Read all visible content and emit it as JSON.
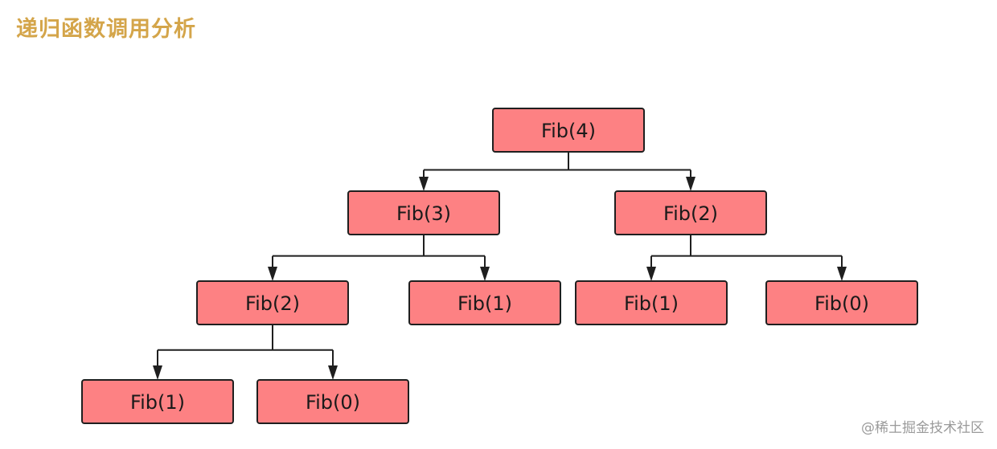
{
  "title": "递归函数调用分析",
  "watermark": "@稀土掘金技术社区",
  "colors": {
    "title": "#d4a54a",
    "node_fill": "#fd8183",
    "node_stroke": "#1f1f1f",
    "watermark": "#9a9a9a"
  },
  "tree": {
    "label": "Fib(4)",
    "children": [
      {
        "label": "Fib(3)",
        "children": [
          {
            "label": "Fib(2)",
            "children": [
              {
                "label": "Fib(1)"
              },
              {
                "label": "Fib(0)"
              }
            ]
          },
          {
            "label": "Fib(1)"
          }
        ]
      },
      {
        "label": "Fib(2)",
        "children": [
          {
            "label": "Fib(1)"
          },
          {
            "label": "Fib(0)"
          }
        ]
      }
    ]
  }
}
